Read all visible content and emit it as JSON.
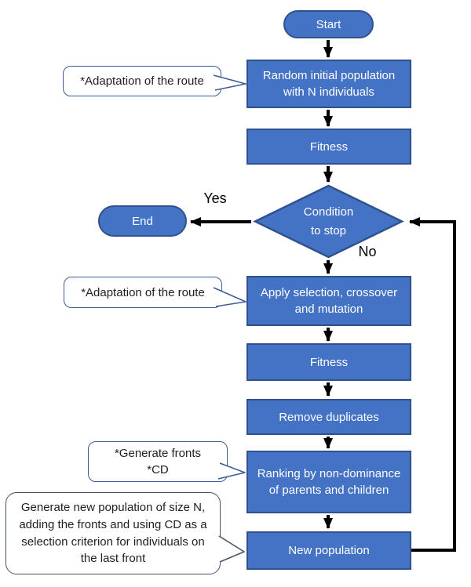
{
  "colors": {
    "node_fill": "#4472C4",
    "node_border": "#2F528F",
    "arrow": "#000000",
    "callout_border": "#3E5C96",
    "callout_border_dark": "#44546A",
    "callout_fill": "#FFFFFF",
    "text_light": "#FFFFFF",
    "text_dark": "#1F1F1F"
  },
  "nodes": {
    "start": {
      "label": "Start"
    },
    "random": {
      "label": "Random initial population with N individuals"
    },
    "fitness1": {
      "label": "Fitness"
    },
    "condition": {
      "label_line1": "Condition",
      "label_line2": "to stop"
    },
    "end": {
      "label": "End"
    },
    "apply": {
      "label": "Apply selection, crossover and mutation"
    },
    "fitness2": {
      "label": "Fitness"
    },
    "remove": {
      "label": "Remove duplicates"
    },
    "ranking": {
      "label": "Ranking by non-dominance of parents and children"
    },
    "newpop": {
      "label": "New population"
    }
  },
  "edges": {
    "yes_label": "Yes",
    "no_label": "No"
  },
  "callouts": {
    "route1": {
      "text": "*Adaptation of the route"
    },
    "route2": {
      "text": "*Adaptation of the route"
    },
    "fronts": {
      "line1": "*Generate fronts",
      "line2": "*CD"
    },
    "generate": {
      "text": "Generate new population of size N, adding the fronts and using CD as a selection criterion for individuals on the last front"
    }
  }
}
